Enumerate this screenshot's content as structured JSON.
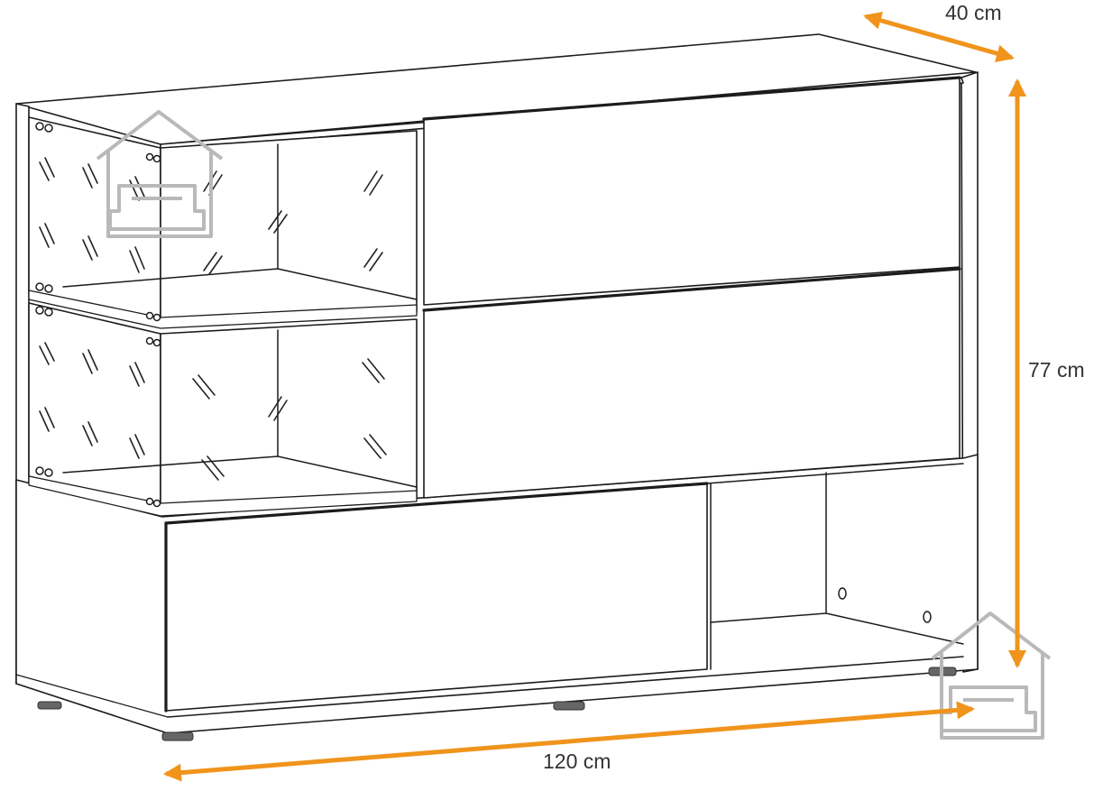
{
  "dimensions": {
    "depth": "40 cm",
    "height": "77 cm",
    "width": "120 cm"
  },
  "colors": {
    "arrow": "#F0941C",
    "outline": "#1C1C1C",
    "watermark": "#B9B9B9",
    "label": "#333333"
  },
  "icons": [
    "house-sofa-watermark-icon"
  ]
}
